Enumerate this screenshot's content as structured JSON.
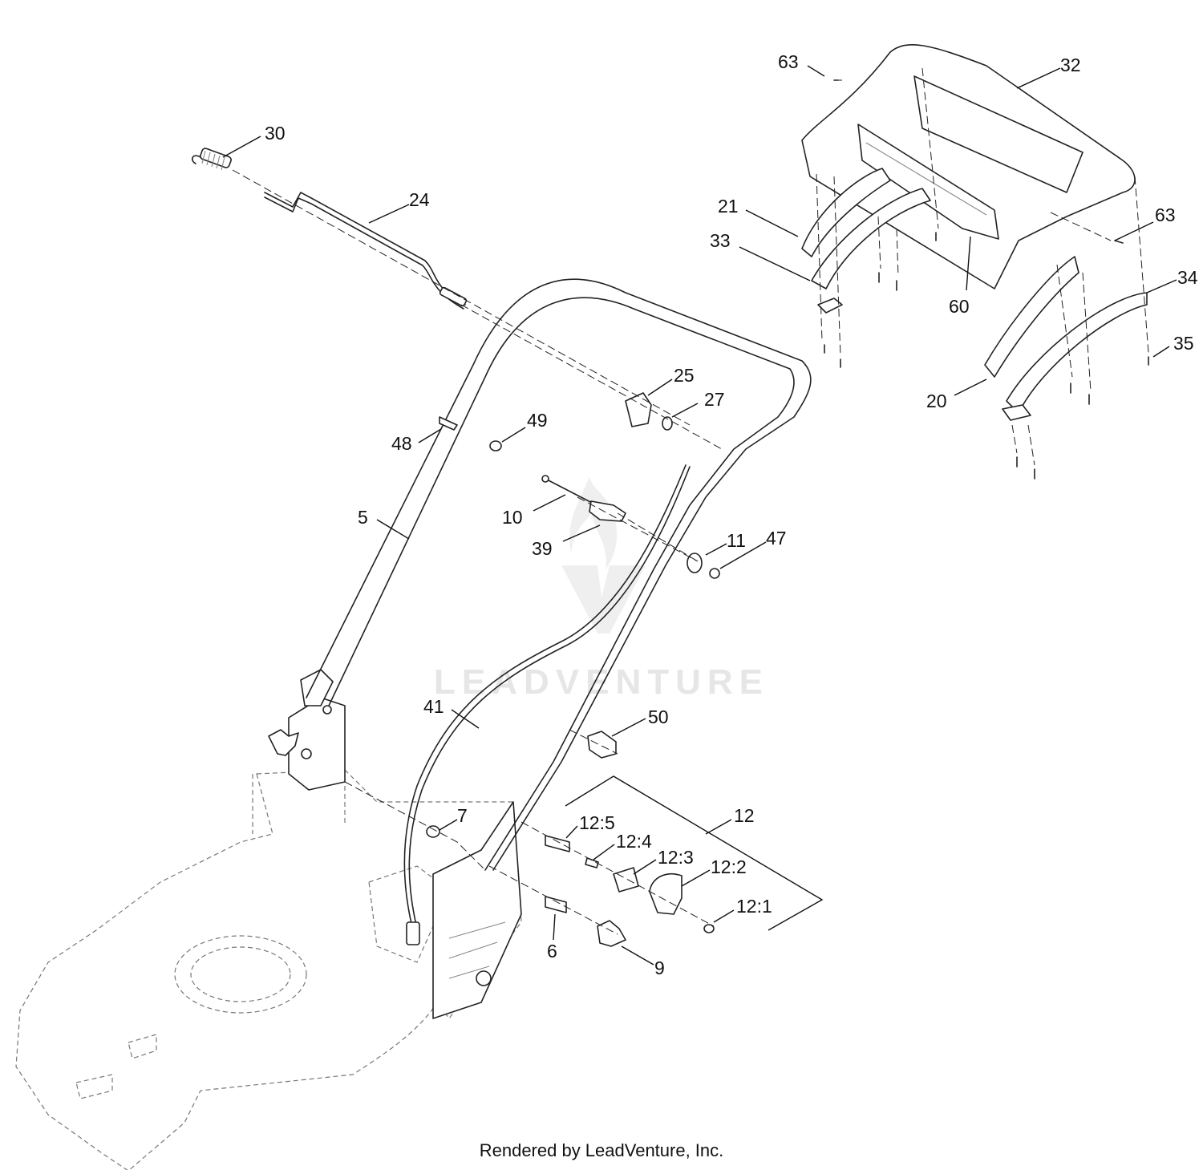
{
  "watermark": {
    "text": "LEADVENTURE"
  },
  "footer": {
    "text": "Rendered by LeadVenture, Inc."
  },
  "callouts": {
    "c30": "30",
    "c24": "24",
    "c63a": "63",
    "c32": "32",
    "c21": "21",
    "c33": "33",
    "c60": "60",
    "c63b": "63",
    "c34": "34",
    "c35": "35",
    "c20": "20",
    "c25": "25",
    "c27": "27",
    "c48": "48",
    "c49": "49",
    "c5": "5",
    "c10": "10",
    "c39": "39",
    "c11": "11",
    "c47": "47",
    "c41": "41",
    "c50": "50",
    "c12": "12",
    "c7": "7",
    "c12_5": "12:5",
    "c12_4": "12:4",
    "c12_3": "12:3",
    "c12_2": "12:2",
    "c12_1": "12:1",
    "c6": "6",
    "c9": "9"
  }
}
